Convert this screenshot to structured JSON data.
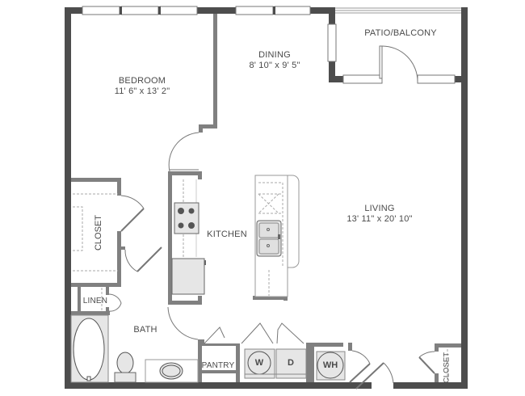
{
  "floorplan": {
    "rooms": [
      {
        "id": "bedroom",
        "name": "BEDROOM",
        "dimensions": "11' 6\" x 13' 2\""
      },
      {
        "id": "dining",
        "name": "DINING",
        "dimensions": "8' 10\" x 9' 5\""
      },
      {
        "id": "patio",
        "name": "PATIO/BALCONY"
      },
      {
        "id": "living",
        "name": "LIVING",
        "dimensions": "13' 11\" x 20' 10\""
      },
      {
        "id": "kitchen",
        "name": "KITCHEN"
      },
      {
        "id": "closet_bedroom",
        "name": "CLOSET"
      },
      {
        "id": "linen",
        "name": "LINEN"
      },
      {
        "id": "bath",
        "name": "BATH"
      },
      {
        "id": "pantry",
        "name": "PANTRY"
      },
      {
        "id": "closet_entry",
        "name": "CLOSET"
      }
    ],
    "fixtures": {
      "washer": "W",
      "dryer": "D",
      "water_heater": "WH"
    },
    "colors": {
      "exterior_wall": "#4d4d4d",
      "interior_wall": "#808080",
      "fixture_fill": "#e6e6e6",
      "text": "#4a4a4a"
    }
  }
}
